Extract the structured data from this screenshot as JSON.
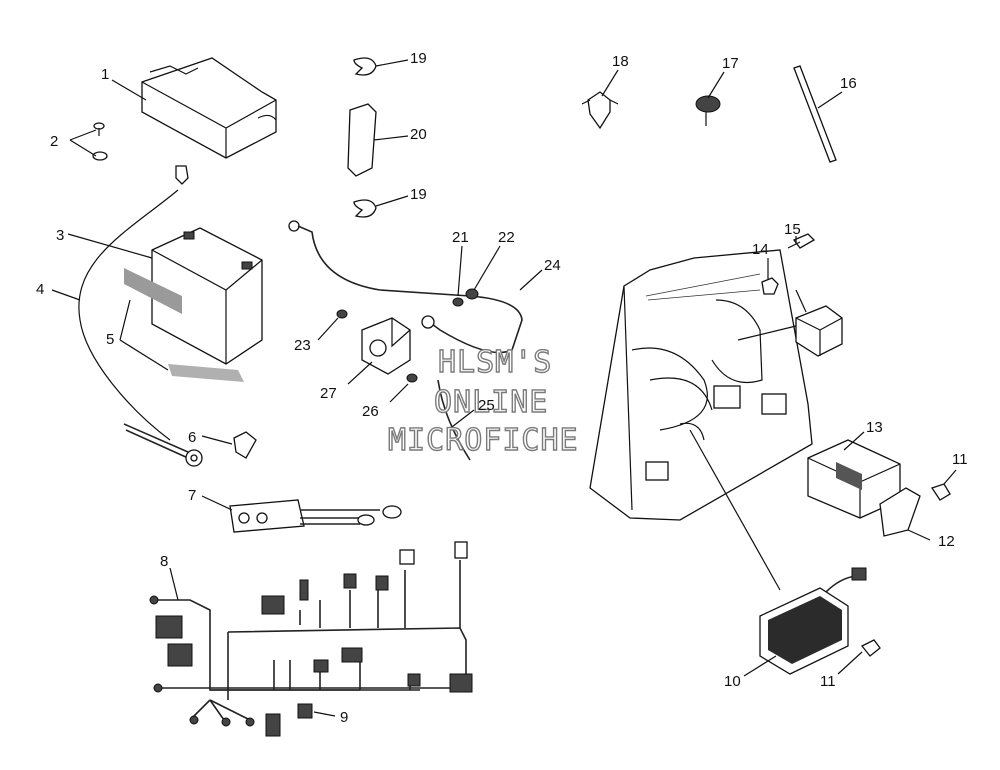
{
  "watermark": {
    "line1": "HLSM'S",
    "line2": "ONLINE",
    "line3": "MICROFICHE"
  },
  "callouts": [
    {
      "id": "p1",
      "number": "1"
    },
    {
      "id": "p2",
      "number": "2"
    },
    {
      "id": "p3",
      "number": "3"
    },
    {
      "id": "p4",
      "number": "4"
    },
    {
      "id": "p5",
      "number": "5"
    },
    {
      "id": "p6",
      "number": "6"
    },
    {
      "id": "p7",
      "number": "7"
    },
    {
      "id": "p8",
      "number": "8"
    },
    {
      "id": "p9",
      "number": "9"
    },
    {
      "id": "p10",
      "number": "10"
    },
    {
      "id": "p11a",
      "number": "11"
    },
    {
      "id": "p11b",
      "number": "11"
    },
    {
      "id": "p12",
      "number": "12"
    },
    {
      "id": "p13",
      "number": "13"
    },
    {
      "id": "p14",
      "number": "14"
    },
    {
      "id": "p15",
      "number": "15"
    },
    {
      "id": "p16",
      "number": "16"
    },
    {
      "id": "p17",
      "number": "17"
    },
    {
      "id": "p18",
      "number": "18"
    },
    {
      "id": "p19a",
      "number": "19"
    },
    {
      "id": "p19b",
      "number": "19"
    },
    {
      "id": "p20",
      "number": "20"
    },
    {
      "id": "p21",
      "number": "21"
    },
    {
      "id": "p22",
      "number": "22"
    },
    {
      "id": "p23",
      "number": "23"
    },
    {
      "id": "p24",
      "number": "24"
    },
    {
      "id": "p25",
      "number": "25"
    },
    {
      "id": "p26",
      "number": "26"
    },
    {
      "id": "p27",
      "number": "27"
    }
  ]
}
